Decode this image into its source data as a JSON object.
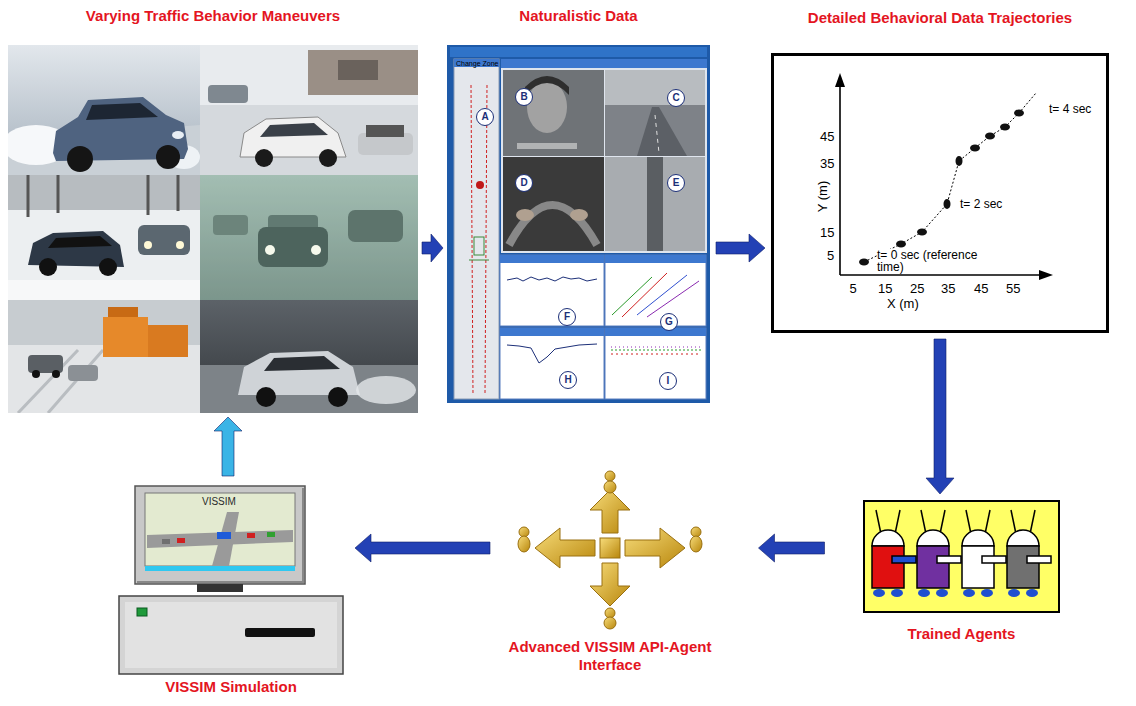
{
  "diagram": {
    "nodes": [
      {
        "text": [
          "Varying Traffic Behavior Maneuvers"
        ]
      },
      {
        "text": [
          "Naturalistic Data"
        ]
      },
      {
        "text": [
          "Detailed Behavioral Data Trajectories"
        ]
      },
      {
        "text": [
          "Trained Agents"
        ]
      },
      {
        "text": [
          "Advanced VISSIM API-Agent Interface"
        ]
      },
      {
        "text": [
          "VISSIM Simulation"
        ]
      }
    ],
    "edges": [
      {
        "from": 0,
        "to": 1,
        "arrow": "to"
      },
      {
        "from": 1,
        "to": 2,
        "arrow": "to"
      },
      {
        "from": 2,
        "to": 3,
        "arrow": "to"
      },
      {
        "from": 3,
        "to": 4,
        "arrow": "to"
      },
      {
        "from": 4,
        "to": 5,
        "arrow": "to"
      },
      {
        "from": 5,
        "to": 0,
        "arrow": "to"
      }
    ],
    "labels": [
      "A",
      "B",
      "C",
      "D",
      "E",
      "F",
      "G",
      "H",
      "I",
      "Change Zone",
      "5",
      "15",
      "25",
      "35",
      "45",
      "55",
      "45",
      "35",
      "15",
      "5",
      "Y (m)",
      "X (m)",
      "t= 4 sec",
      "t= 2 sec",
      "t= 0 sec (reference time)",
      "VISSIM"
    ]
  }
}
